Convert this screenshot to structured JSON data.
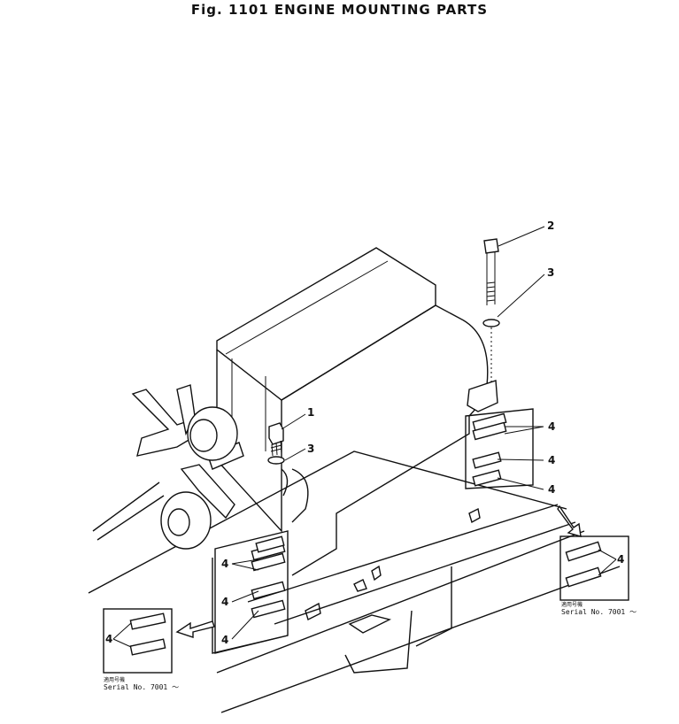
{
  "figure": {
    "title": "Fig. 1101   ENGINE MOUNTING PARTS"
  },
  "callouts": {
    "c1": "1",
    "c2": "2",
    "c3a": "3",
    "c3b": "3",
    "c4_left_top": "4",
    "c4_left_mid": "4",
    "c4_left_bottom": "4",
    "c4_right_top": "4",
    "c4_right_mid": "4",
    "c4_right_bottom": "4",
    "c4_inset_left": "4",
    "c4_inset_right": "4"
  },
  "insets": {
    "left": {
      "jp_label": "適用号機",
      "serial": "Serial No. 7001 ～"
    },
    "right": {
      "jp_label": "適用号機",
      "serial": "Serial No. 7001 ～"
    }
  }
}
